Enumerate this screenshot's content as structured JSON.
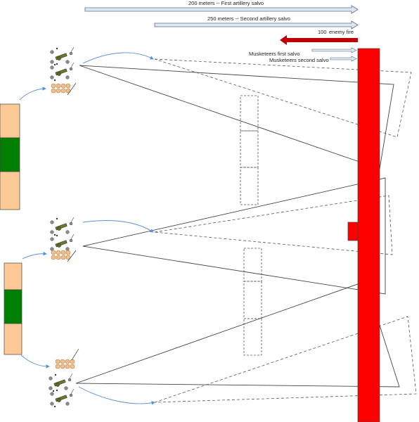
{
  "labels": {
    "arrow_200": "200 meters  -- First artillery salvo",
    "arrow_250": "250 meters  -- Second artillery salvo",
    "enemy_fire_distance": "100",
    "enemy_fire": "enemy fire",
    "musket_first": "Musketeers first salvo",
    "musket_second": "Musketeers second salvo"
  },
  "colors": {
    "enemy_line": "#ff0000",
    "enemy_fire_arrow": "#c00000",
    "flank_tan": "#fbc896",
    "center_green": "#008000",
    "curve_blue": "#5b8fd6",
    "range_arrow_fill": "#dde8f3",
    "range_arrow_stroke": "#5a6e85"
  },
  "icons": {
    "artillery_crew": "cannon-with-crew-icon",
    "musketeers": "musketeer-block-icon"
  },
  "units": {
    "artillery_batteries": 3,
    "friendly_blocks": 2,
    "musketeer_groups": 3
  }
}
